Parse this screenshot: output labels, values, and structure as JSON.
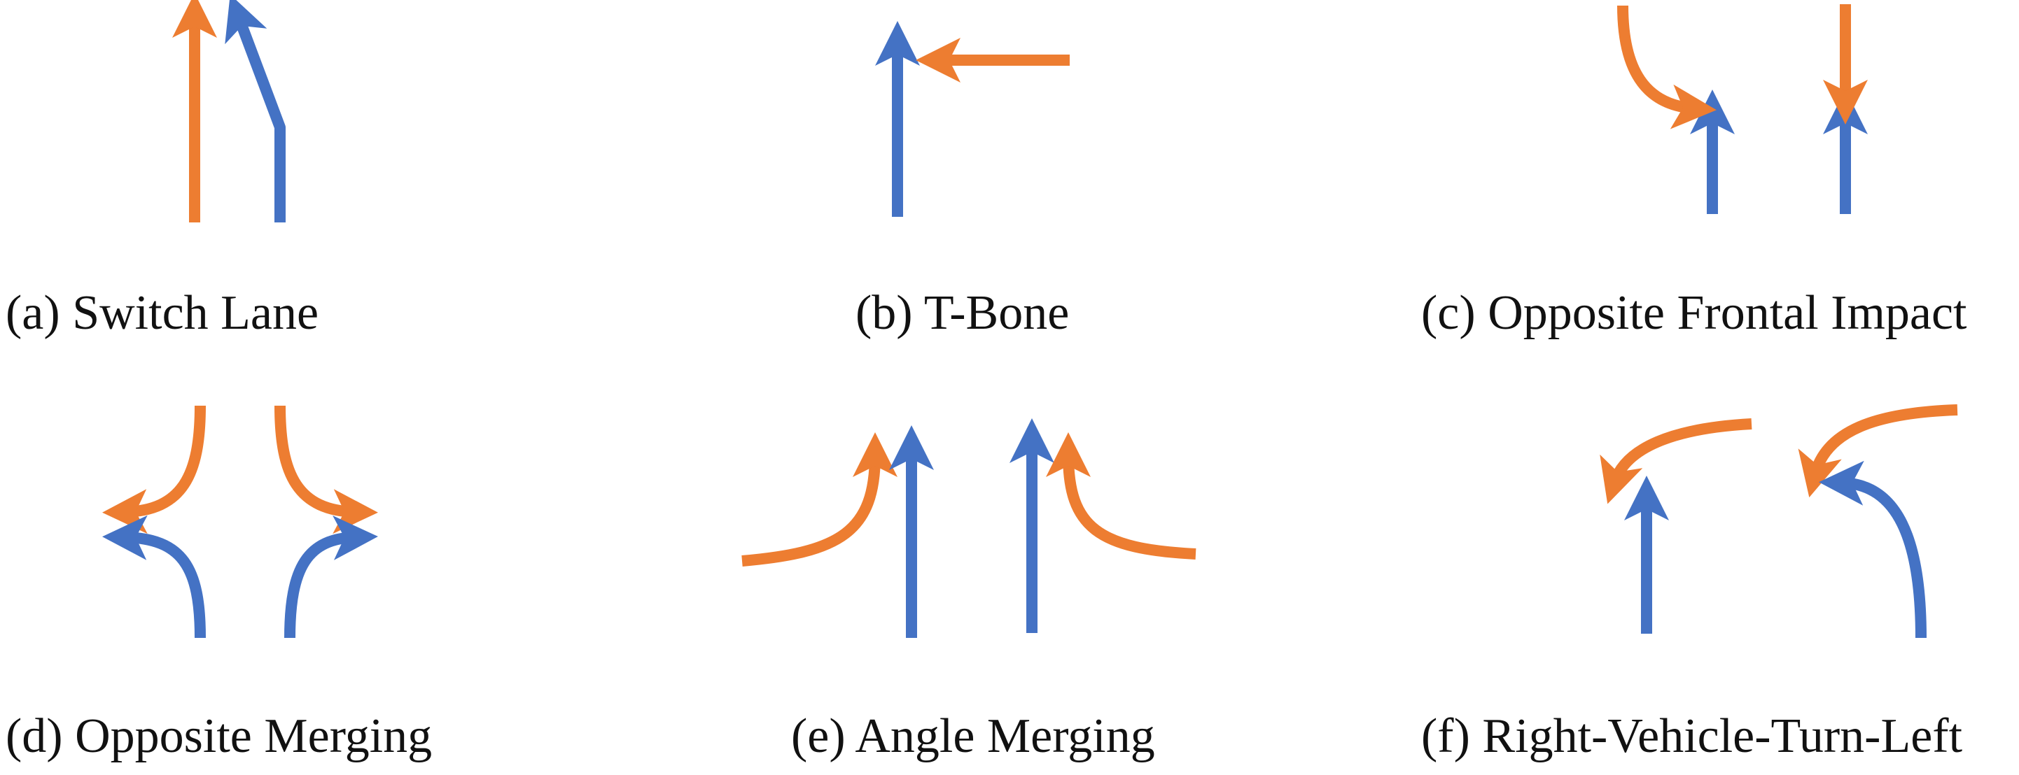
{
  "colors": {
    "ego_vehicle": "#4472C4",
    "other_vehicle": "#ED7D31",
    "caption_text": "#111111",
    "background": "#FFFFFF"
  },
  "panels": [
    {
      "id": "a",
      "caption": "(a) Switch Lane"
    },
    {
      "id": "b",
      "caption": "(b) T-Bone"
    },
    {
      "id": "c",
      "caption": "(c) Opposite Frontal Impact"
    },
    {
      "id": "d",
      "caption": "(d) Opposite Merging"
    },
    {
      "id": "e",
      "caption": "(e) Angle Merging"
    },
    {
      "id": "f",
      "caption": "(f) Right-Vehicle-Turn-Left"
    }
  ]
}
